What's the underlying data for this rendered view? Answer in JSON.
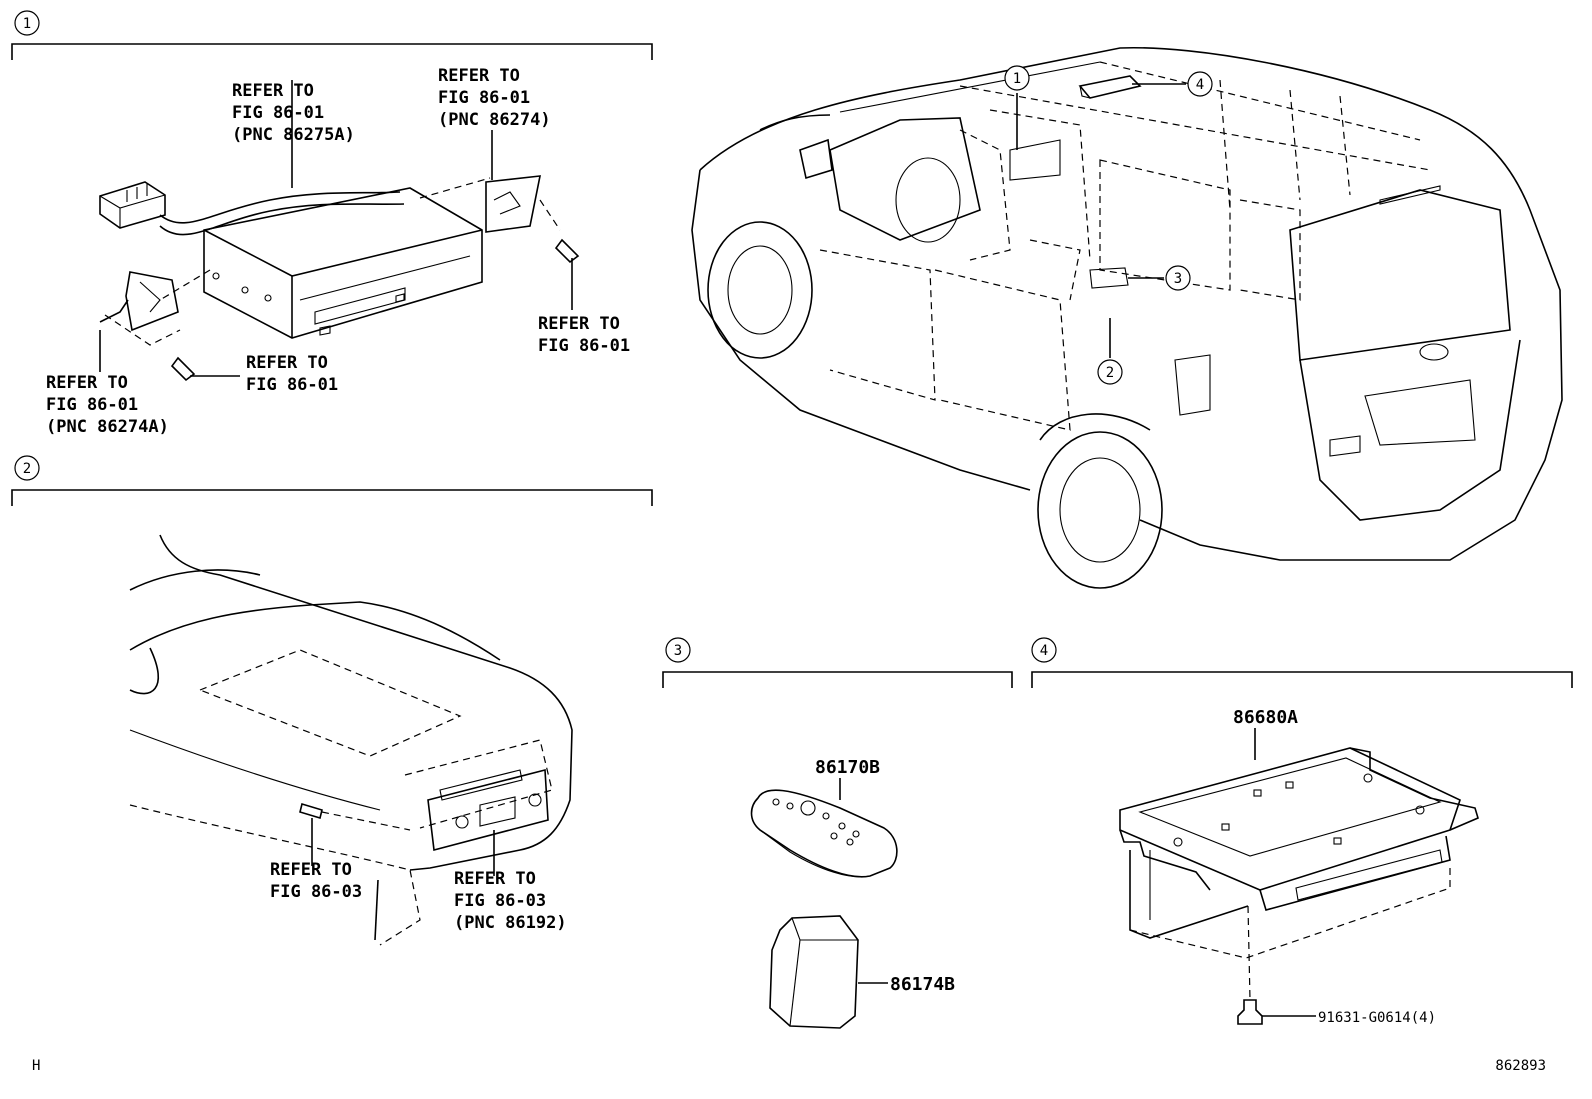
{
  "sections": [
    {
      "id": "1",
      "callout": "1"
    },
    {
      "id": "2",
      "callout": "2"
    },
    {
      "id": "3",
      "callout": "3"
    },
    {
      "id": "4",
      "callout": "4"
    }
  ],
  "section1": {
    "ref_top_left": [
      "REFER TO",
      "FIG  86-01",
      "(PNC 86275A)"
    ],
    "ref_top_right": [
      "REFER TO",
      "FIG 86-01",
      "(PNC 86274)"
    ],
    "ref_right": [
      "REFER TO",
      "FIG 86-01"
    ],
    "ref_bottom_mid": [
      "REFER TO",
      "FIG 86-01"
    ],
    "ref_bottom_left": [
      "REFER TO",
      "FIG 86-01",
      "(PNC 86274A)"
    ]
  },
  "section2": {
    "ref_left": [
      "REFER TO",
      "FIG 86-03"
    ],
    "ref_right": [
      "REFER TO",
      "FIG 86-03",
      "(PNC 86192)"
    ]
  },
  "section3": {
    "part_remote": "86170B",
    "part_cover": "86174B"
  },
  "section4": {
    "part_unit": "86680A",
    "part_bolt": "91631-G0614(4)"
  },
  "vehicle_callouts": [
    "1",
    "2",
    "3",
    "4"
  ],
  "footer": {
    "left_code": "H",
    "right_code": "862893"
  }
}
